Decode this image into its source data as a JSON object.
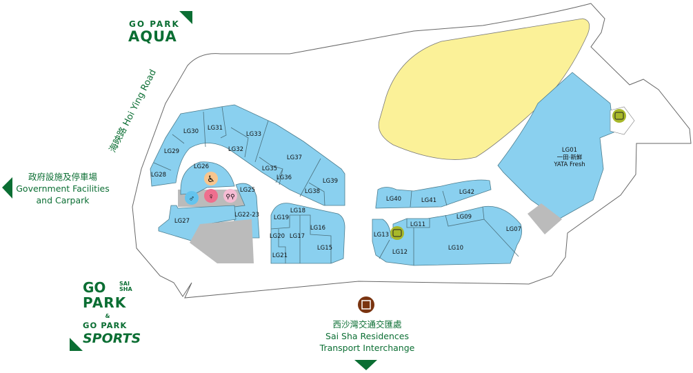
{
  "colors": {
    "shop": "#8ad0ef",
    "brand": "#0b6e33",
    "yellow_area": "#fbf198",
    "service": "#bbbbbb",
    "lift": "#a8b82a",
    "transport": "#7a3410"
  },
  "logos": {
    "aqua": {
      "line1": "GO PARK",
      "line2": "AQUA"
    },
    "saisha": {
      "go": "GO",
      "sai": "SAI",
      "sha": "SHA",
      "park": "PARK",
      "amp": "&",
      "go_park": "GO PARK",
      "sports": "SPORTS"
    }
  },
  "road": {
    "label": "海映路 Hoi Ying Road"
  },
  "directions": {
    "government": {
      "zh": "政府設施及停車場",
      "en1": "Government Facilities",
      "en2": "and Carpark",
      "icon": "arrow-left-icon"
    },
    "transport": {
      "zh": "西沙灣交通交匯處",
      "en1": "Sai Sha Residences",
      "en2": "Transport Interchange",
      "icon": "arrow-down-icon"
    }
  },
  "units": {
    "LG01": "LG01",
    "LG01_zh": "一田‧新鮮",
    "LG01_en": "YATA Fresh",
    "LG07": "LG07",
    "LG09": "LG09",
    "LG10": "LG10",
    "LG11": "LG11",
    "LG12": "LG12",
    "LG13": "LG13",
    "LG15": "LG15",
    "LG16": "LG16",
    "LG17": "LG17",
    "LG18": "LG18",
    "LG19": "LG19",
    "LG20": "LG20",
    "LG21": "LG21",
    "LG22_23": "LG22-23",
    "LG25": "LG25",
    "LG26": "LG26",
    "LG27": "LG27",
    "LG28": "LG28",
    "LG29": "LG29",
    "LG30": "LG30",
    "LG31": "LG31",
    "LG32": "LG32",
    "LG33": "LG33",
    "LG35": "LG35",
    "LG36": "LG36",
    "LG37": "LG37",
    "LG38": "LG38",
    "LG39": "LG39",
    "LG40": "LG40",
    "LG41": "LG41",
    "LG42": "LG42"
  },
  "facilities": [
    "accessible-toilet-icon",
    "male-toilet-icon",
    "female-toilet-icon",
    "family-room-icon",
    "lift-icon",
    "transport-icon"
  ]
}
